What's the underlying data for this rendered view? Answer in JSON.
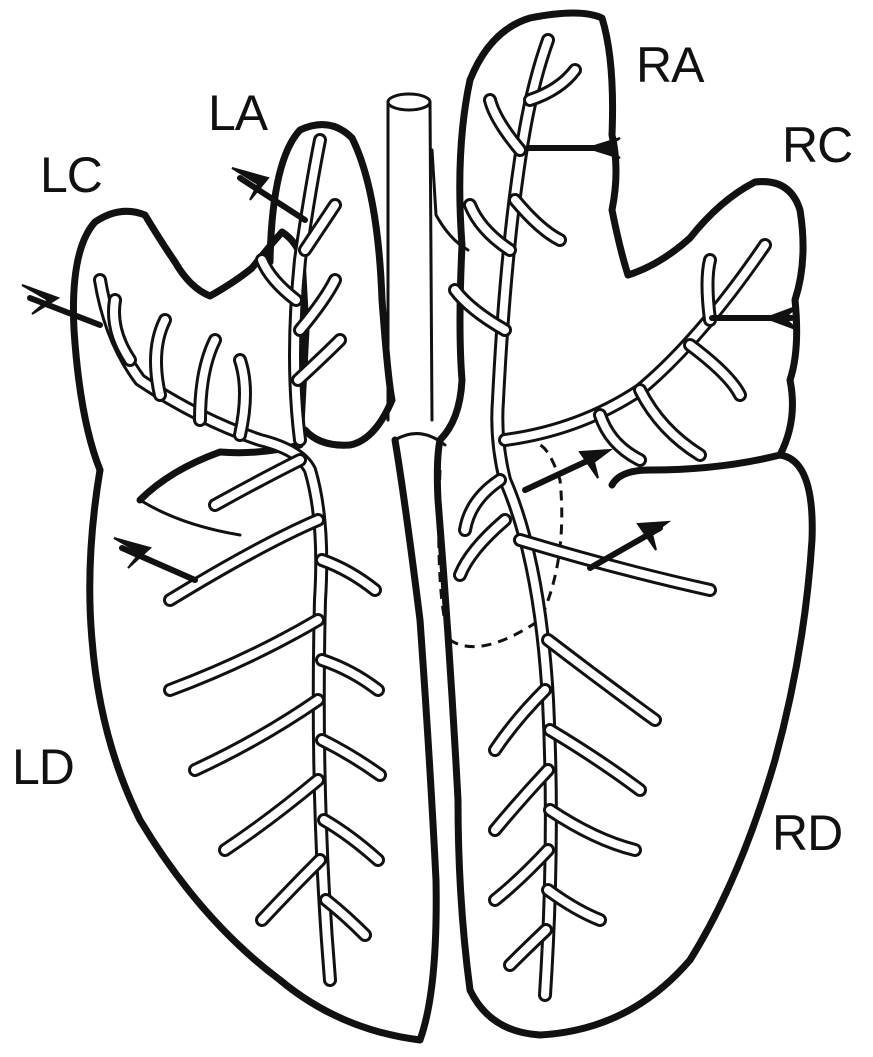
{
  "labels": {
    "lc": "LC",
    "la": "LA",
    "ra": "RA",
    "rc": "RC",
    "ld": "LD",
    "rd": "RD"
  },
  "colors": {
    "ink": "#111111",
    "background": "#ffffff"
  }
}
